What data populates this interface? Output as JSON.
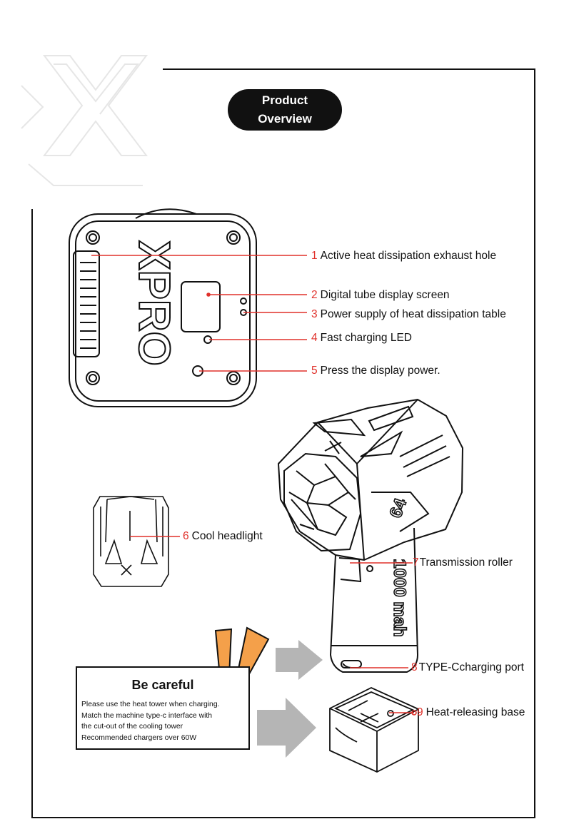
{
  "header": {
    "title_line1": "Product",
    "title_line2": "Overview"
  },
  "device_labels": {
    "side_text": "XPRO",
    "handle_number": "64",
    "handle_capacity": "1000 mah"
  },
  "callouts": [
    {
      "num": "1",
      "label": "Active heat dissipation exhaust hole"
    },
    {
      "num": "2",
      "label": "Digital tube display screen"
    },
    {
      "num": "3",
      "label": "Power supply of heat dissipation table"
    },
    {
      "num": "4",
      "label": "Fast charging LED"
    },
    {
      "num": "5",
      "label": "Press the display power."
    },
    {
      "num": "6",
      "label": "Cool headlight"
    },
    {
      "num": "7",
      "label": "Transmission roller"
    },
    {
      "num": "8",
      "label": "TYPE-Ccharging port"
    },
    {
      "num": "9",
      "label": "Heat-releasing base"
    }
  ],
  "warning": {
    "title": "Be careful",
    "lines": [
      "Please use the heat tower when charging.",
      "Match the machine type-c interface with",
      "the cut-out of the cooling tower",
      "Recommended chargers over 60W"
    ]
  },
  "colors": {
    "accent_red": "#e0302a",
    "warning_orange": "#f4a04a",
    "arrow_gray": "#b5b5b5",
    "line": "#111111"
  }
}
